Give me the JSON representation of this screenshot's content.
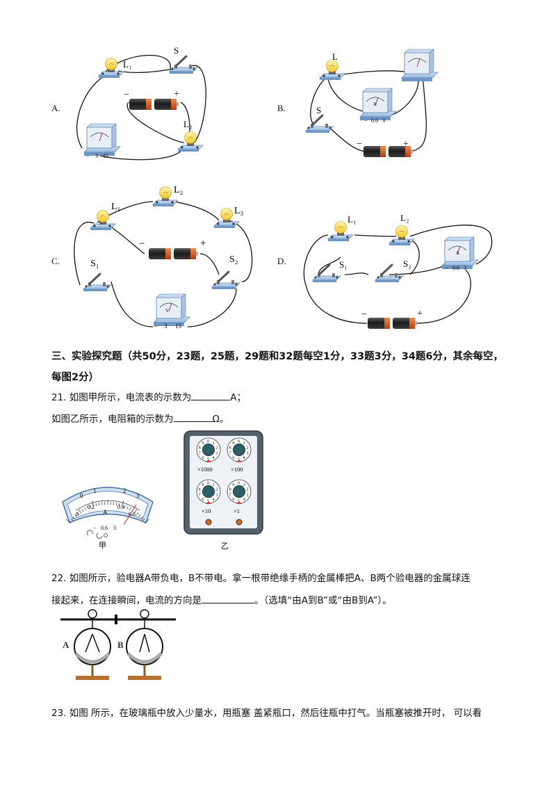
{
  "options": [
    "A.",
    "B.",
    "C.",
    "D."
  ],
  "diagram_labels": {
    "a": {
      "lamp1": "L₁",
      "lamp2": "L₂",
      "switch": "S",
      "minus": "−",
      "plus": "+",
      "meter_terminals": [
        "−",
        "3",
        "15"
      ]
    },
    "b": {
      "lamp": "L",
      "switch": "S",
      "minus": "−",
      "plus": "+",
      "meter_terminals": [
        "−",
        "0.6",
        "3"
      ],
      "meter_unit": "A"
    },
    "c": {
      "lamp1": "L₁",
      "lamp2": "L₂",
      "lamp3": "L₃",
      "switch1": "S₁",
      "switch2": "S₂",
      "minus": "−",
      "plus": "+",
      "meter_terminals": [
        "−",
        "3",
        "15"
      ],
      "meter_unit": "V"
    },
    "d": {
      "lamp1": "L₁",
      "lamp2": "L₂",
      "switch1": "S₁",
      "switch2": "S₂",
      "minus": "−",
      "plus": "+",
      "meter_terminals": [
        "−",
        "0.6",
        "3"
      ],
      "meter_unit": "A"
    }
  },
  "section": {
    "heading": "三、实验探究题（共50分，23题，25题，29题和32题每空1分，33题3分，34题6分，其余每空，每图2分）"
  },
  "q21": {
    "line1_prefix": "21. 如图甲所示，电流表的示数为",
    "line1_suffix": "A；",
    "line2_prefix": "如图乙所示，电阻箱的示数为",
    "line2_suffix": "Ω。",
    "ammeter": {
      "top_scale": [
        "0",
        "1",
        "2",
        "3"
      ],
      "bottom_scale": [
        "0",
        "0.2",
        "0.4",
        "0.6"
      ],
      "unit": "A",
      "terminals": [
        "−",
        "0.6",
        "3"
      ],
      "caption": "甲",
      "needle_fraction": 0.8
    },
    "resistance_box": {
      "multipliers": [
        "×1000",
        "×100",
        "×10",
        "×1"
      ],
      "caption": "乙"
    }
  },
  "q22": {
    "line1": "22. 如图所示，验电器A带负电，B不带电。拿一根带绝缘手柄的金属棒把A、B两个验电器的金属球连",
    "line2_prefix": "接起来，在连接瞬间，电流的方向是",
    "line2_suffix": "。（选填“由A到B”或“由B到A”）。",
    "label_a": "A",
    "label_b": "B"
  },
  "q23": {
    "line1": "23. 如图 所示，在玻璃瓶中放入少量水，用瓶塞 盖紧瓶口，然后往瓶中打气。当瓶塞被推开时， 可以看"
  }
}
